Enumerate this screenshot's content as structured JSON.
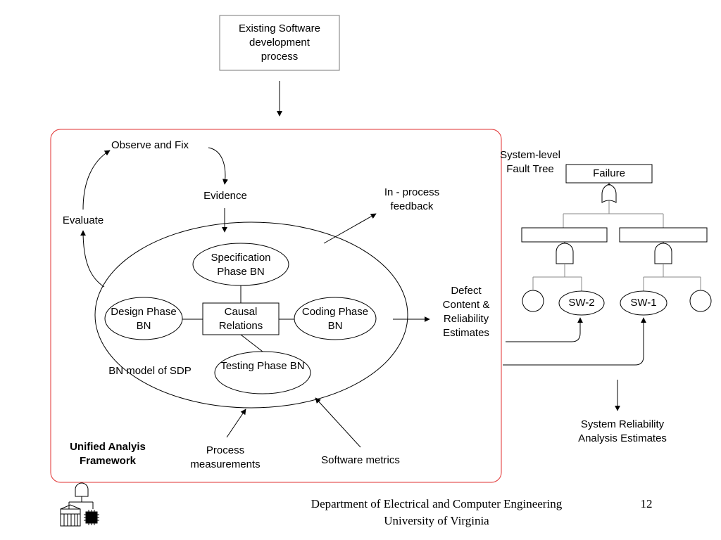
{
  "top_box": "Existing Software development process",
  "framework": {
    "title": "Unified Analyis Framework",
    "observe_fix": "Observe and Fix",
    "evidence": "Evidence",
    "evaluate": "Evaluate",
    "in_process_feedback": "In - process feedback",
    "bn_model_label": "BN model of SDP",
    "specification": "Specification Phase BN",
    "design": "Design Phase BN",
    "causal": "Causal Relations",
    "coding": "Coding Phase BN",
    "testing": "Testing Phase BN",
    "process_measurements": "Process measurements",
    "software_metrics": "Software metrics"
  },
  "defect_output": "Defect Content & Reliability Estimates",
  "fault_tree": {
    "label": "System-level Fault Tree",
    "failure": "Failure",
    "sw2": "SW-2",
    "sw1": "SW-1"
  },
  "system_reliability": "System Reliability Analysis Estimates",
  "footer": {
    "department": "Department of Electrical and Computer Engineering",
    "university": "University of Virginia",
    "page_number": "12"
  },
  "colors": {
    "framework_border": "#e03030",
    "line": "#000000",
    "gray_line": "#888888"
  }
}
